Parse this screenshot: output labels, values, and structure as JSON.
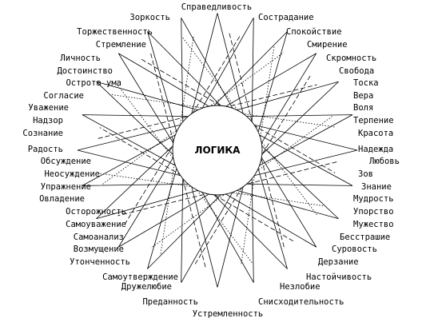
{
  "center": {
    "label": "ЛОГИКА"
  },
  "words": [
    "Справедливость",
    "Сострадание",
    "Спокойствие",
    "Смирение",
    "Скромность",
    "Свобода",
    "Тоска",
    "Вера",
    "Воля",
    "Терпение",
    "Красота",
    "Надежда",
    "Любовь",
    "Зов",
    "Знание",
    "Мудрость",
    "Упорство",
    "Мужество",
    "Бесстрашие",
    "Суровость",
    "Дерзание",
    "Настойчивость",
    "Незлобие",
    "Снисходительность",
    "Устремленность",
    "Преданность",
    "Дружелюбие",
    "Самоутверждение",
    "Утонченность",
    "Возмущение",
    "Самоанализ",
    "Самоуважение",
    "Осторожность",
    "Овладение",
    "Упражнение",
    "Неосуждение",
    "Обсуждение",
    "Радость",
    "Сознание",
    "Надзор",
    "Уважение",
    "Согласие",
    "Острота ума",
    "Достоинство",
    "Личность",
    "Стремление",
    "Торжественность",
    "Зоркость"
  ]
}
